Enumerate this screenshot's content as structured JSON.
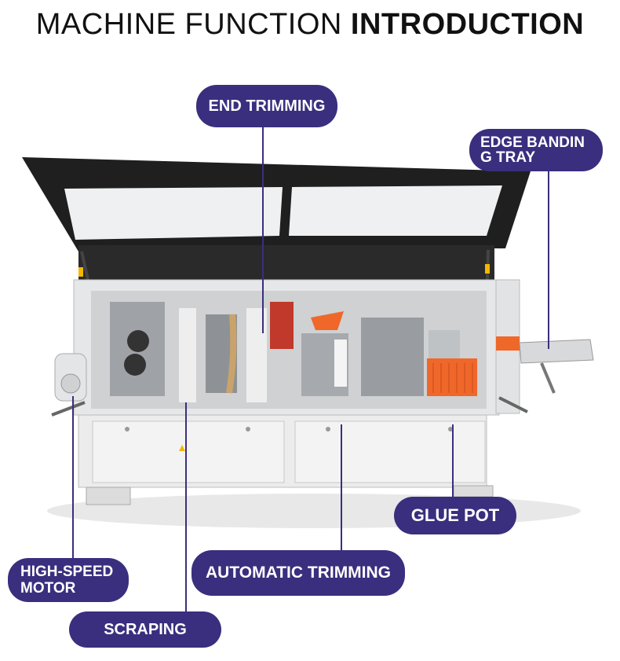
{
  "header": {
    "title_light": "MACHINE FUNCTION",
    "title_bold": "INTRODUCTION"
  },
  "labels": {
    "end_trimming": "END TRIMMING",
    "edge_banding_tray": "EDGE BANDIN G TRAY",
    "glue_pot": "GLUE POT",
    "high_speed_motor": "HIGH-SPEED MOTOR",
    "automatic_trimming": "AUTOMATIC TRIMMING",
    "scraping": "SCRAPING"
  },
  "colors": {
    "label_bg": "#3a2e7e",
    "machine_body": "#e8e8e8",
    "glue_pot": "#f0672a",
    "warning": "#f5b800"
  }
}
